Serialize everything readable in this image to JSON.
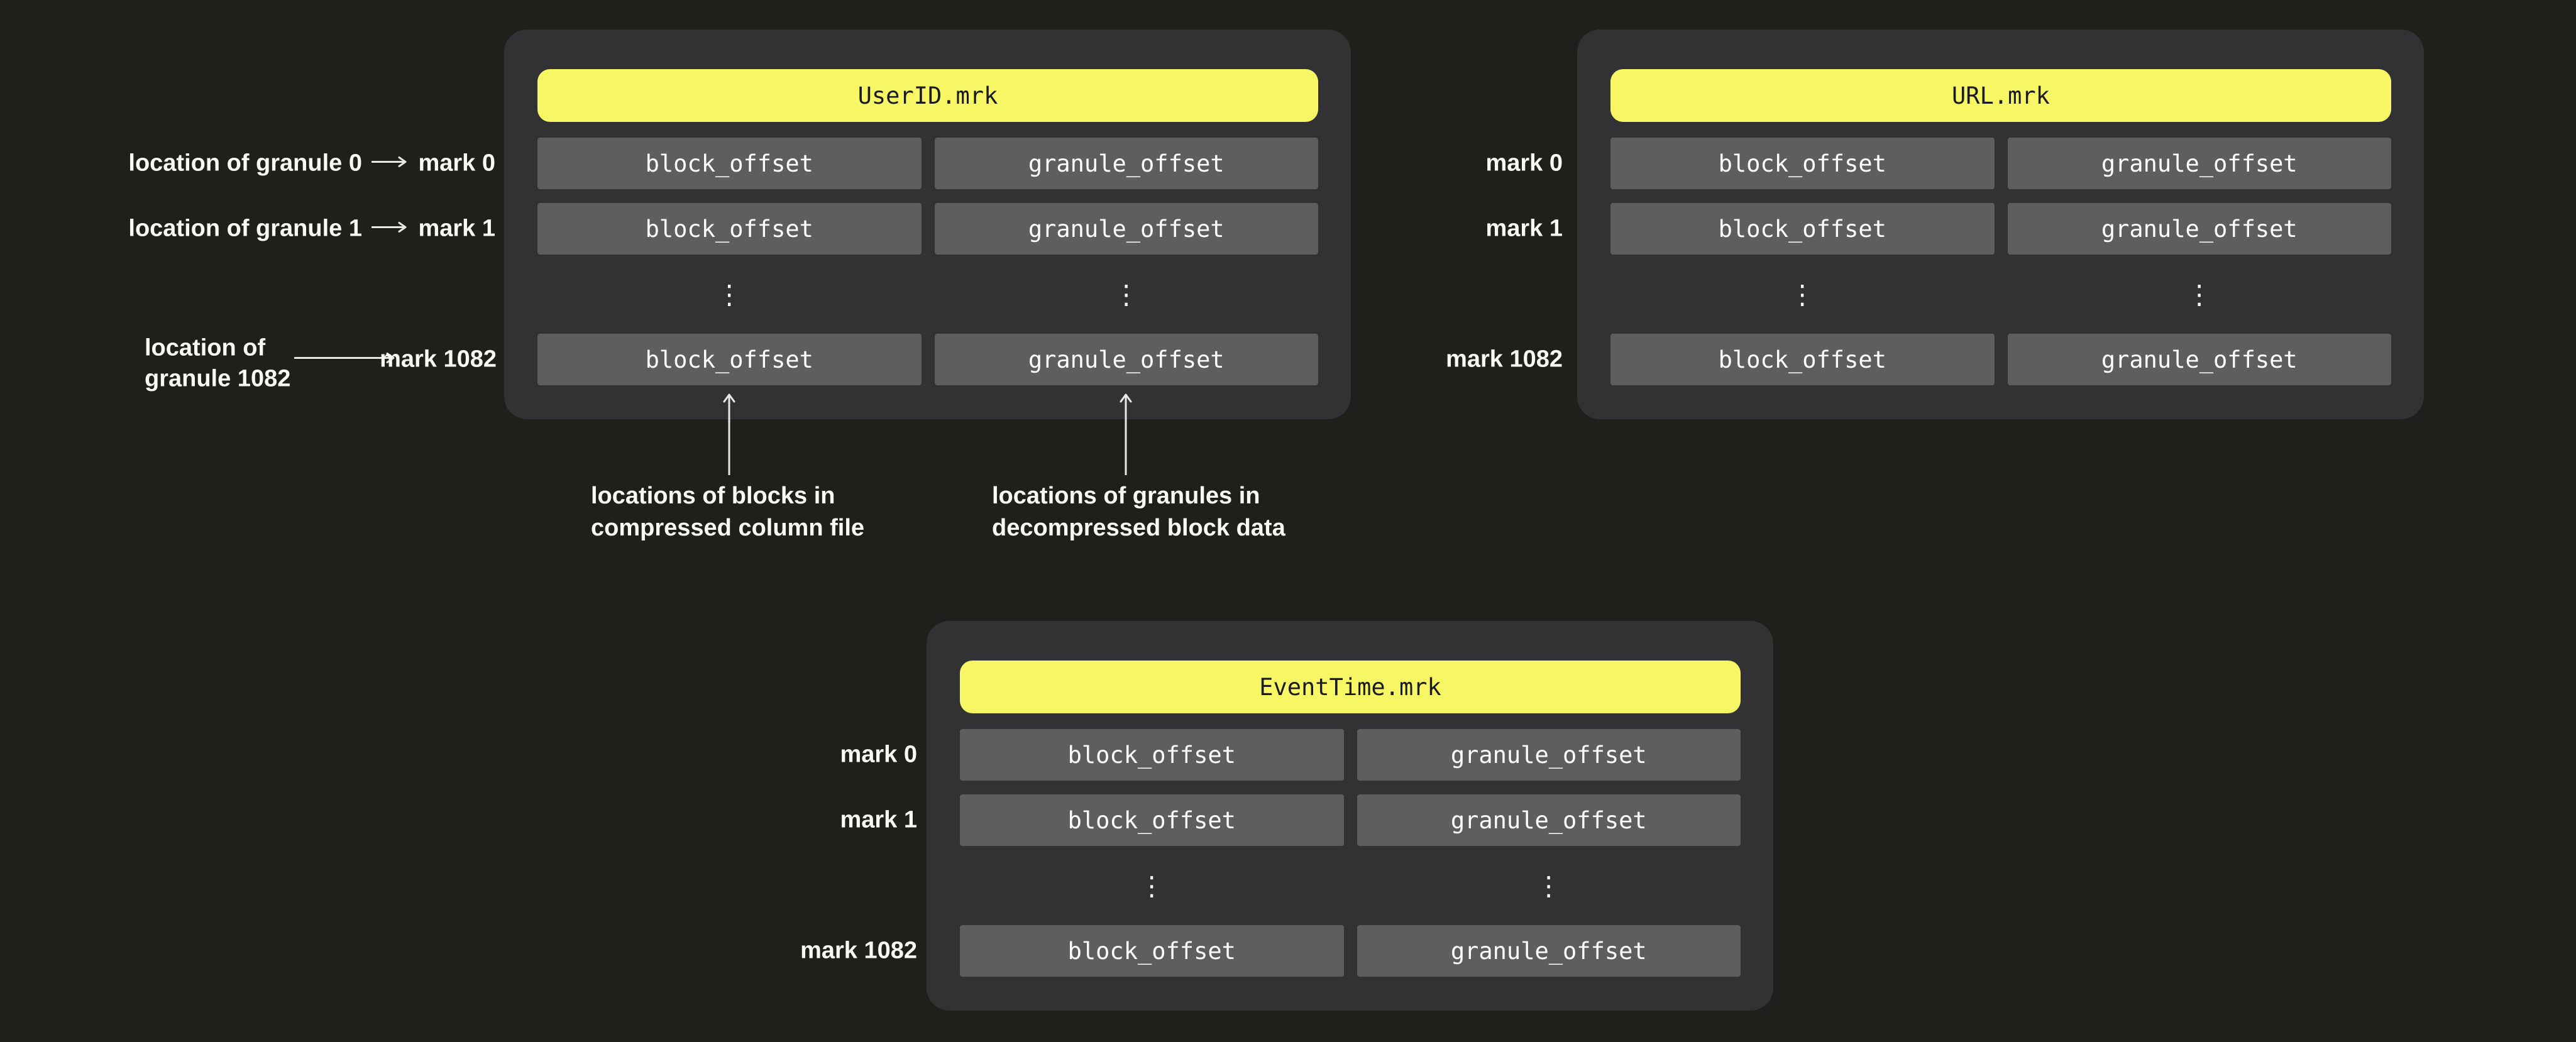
{
  "colors": {
    "page_background": "#1F1F1B",
    "panel_background": "#323234",
    "cell_background": "#5E5E5E",
    "header_yellow": "#F7F765",
    "header_text": "#1B1B1B",
    "cell_text": "#FFFFFF",
    "label_text": "#F8F8F5",
    "arrow": "#E8E8E5"
  },
  "panels": {
    "userid": {
      "title": "UserID.mrk",
      "ellipsis": "⋮",
      "rows": [
        {
          "block": "block_offset",
          "granule": "granule_offset"
        },
        {
          "block": "block_offset",
          "granule": "granule_offset"
        },
        {
          "block": "block_offset",
          "granule": "granule_offset"
        }
      ]
    },
    "url": {
      "title": "URL.mrk",
      "ellipsis": "⋮",
      "rows": [
        {
          "block": "block_offset",
          "granule": "granule_offset"
        },
        {
          "block": "block_offset",
          "granule": "granule_offset"
        },
        {
          "block": "block_offset",
          "granule": "granule_offset"
        }
      ]
    },
    "eventtime": {
      "title": "EventTime.mrk",
      "ellipsis": "⋮",
      "rows": [
        {
          "block": "block_offset",
          "granule": "granule_offset"
        },
        {
          "block": "block_offset",
          "granule": "granule_offset"
        },
        {
          "block": "block_offset",
          "granule": "granule_offset"
        }
      ]
    }
  },
  "mark_labels": {
    "mark0": "mark 0",
    "mark1": "mark 1",
    "mark1082": "mark 1082"
  },
  "annotations": {
    "granule0": "location of granule 0",
    "granule1": "location of granule 1",
    "granule1082_line1": "location of",
    "granule1082_line2": "granule 1082",
    "blocks_caption_line1": "locations of blocks in",
    "blocks_caption_line2": "compressed column file",
    "granules_caption_line1": "locations of granules in",
    "granules_caption_line2": "decompressed block data"
  }
}
